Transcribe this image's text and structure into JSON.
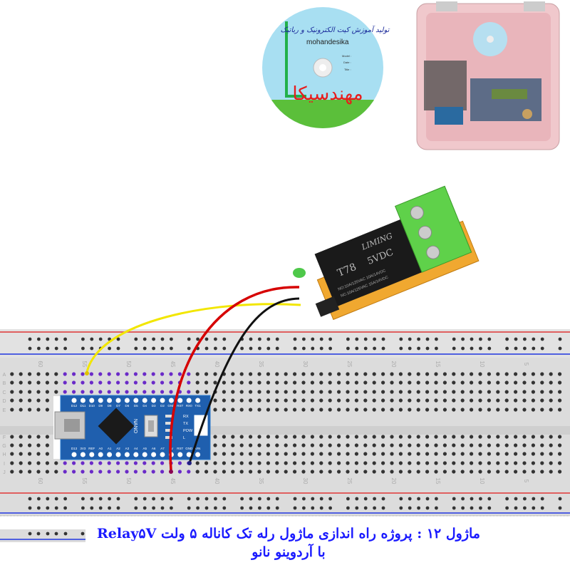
{
  "cd": {
    "title_fa": "تولید آموزش کیت الکترونیک و رباتیک",
    "brand": "mohandesika",
    "fields": [
      "Model :",
      "Date :",
      "Title :"
    ],
    "logo_fa": "مهندسیکا"
  },
  "relay": {
    "brand": "LIMING",
    "model": "T78",
    "voltage": "5VDC",
    "rating1": "NO:10A/125VAC 10A/14VDC",
    "rating2": "NC:10A/125VAC 15A/14VDC"
  },
  "nano": {
    "label": "NANO",
    "top_pins": [
      "D12",
      "D11",
      "D10",
      "D9",
      "D8",
      "D7",
      "D6",
      "D5",
      "D4",
      "D3",
      "D2",
      "GND",
      "RST",
      "RX0",
      "TX1"
    ],
    "bottom_pins": [
      "D13",
      "3V3",
      "REF",
      "A0",
      "A1",
      "A2",
      "A3",
      "A4",
      "A5",
      "A6",
      "A7",
      "5V",
      "RST",
      "GND",
      "VIN"
    ],
    "leds": [
      "RX",
      "TX",
      "POW",
      "L"
    ]
  },
  "breadboard": {
    "row_letters_top": [
      "A",
      "B",
      "C",
      "D",
      "E"
    ],
    "row_letters_bottom": [
      "F",
      "G",
      "H",
      "I",
      "J"
    ],
    "column_numbers": [
      "60",
      "55",
      "50",
      "45",
      "40",
      "35",
      "30",
      "25",
      "20",
      "15",
      "10",
      "5"
    ]
  },
  "wires": {
    "yellow": "#f2e600",
    "red": "#d60000",
    "black": "#111111"
  },
  "caption": {
    "line1": "ماژول ۱۲ : پروژه راه اندازی ماژول رله تک کاناله ۵ ولت Relay۵V",
    "line2": "با آردوینو نانو"
  },
  "colors": {
    "caption": "#1a1aff",
    "board": "#1f5fae",
    "relay_terminal": "#5fd14a",
    "pcb": "#f0a830"
  }
}
